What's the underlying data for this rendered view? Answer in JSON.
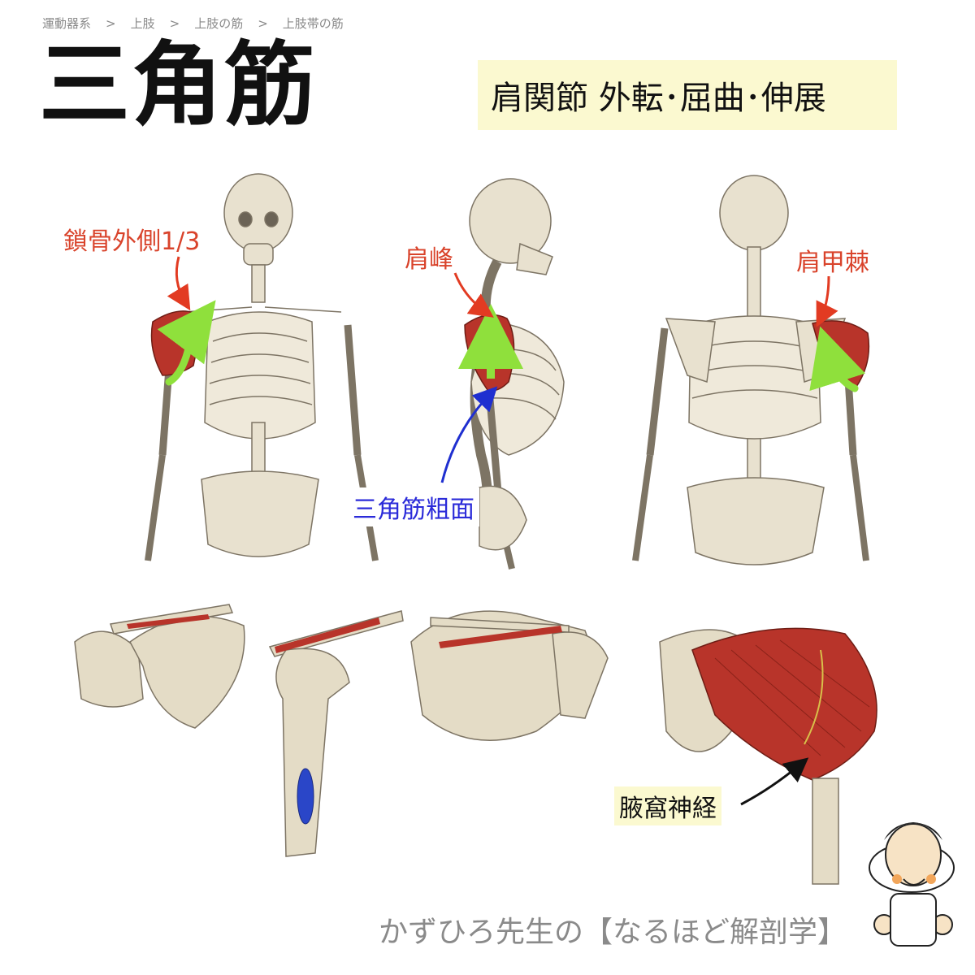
{
  "breadcrumb": [
    "運動器系",
    "上肢",
    "上肢の筋",
    "上肢帯の筋"
  ],
  "breadcrumb_separator": ">",
  "title": "三角筋",
  "subtitle": "肩関節 外転･屈曲･伸展",
  "labels": {
    "clavicle": "鎖骨外側1/3",
    "acromion": "肩峰",
    "scapular_spine": "肩甲棘",
    "deltoid_tuberosity": "三角筋粗面",
    "axillary_nerve": "腋窩神経"
  },
  "footer": "かずひろ先生の【なるほど解剖学】",
  "colors": {
    "muscle": "#b8342a",
    "bone": "#e8e1cf",
    "arrow_green": "#8fe03c",
    "label_red": "#d9432b",
    "label_blue": "#2b2bd9",
    "highlight": "#fbf9d0",
    "insertion_blue": "#2a46c8"
  },
  "icons": [
    "skeleton-front-view",
    "skeleton-side-view",
    "skeleton-back-view",
    "shoulder-bone-detail",
    "deltoid-muscle-detail",
    "cartoon-author-avatar"
  ]
}
